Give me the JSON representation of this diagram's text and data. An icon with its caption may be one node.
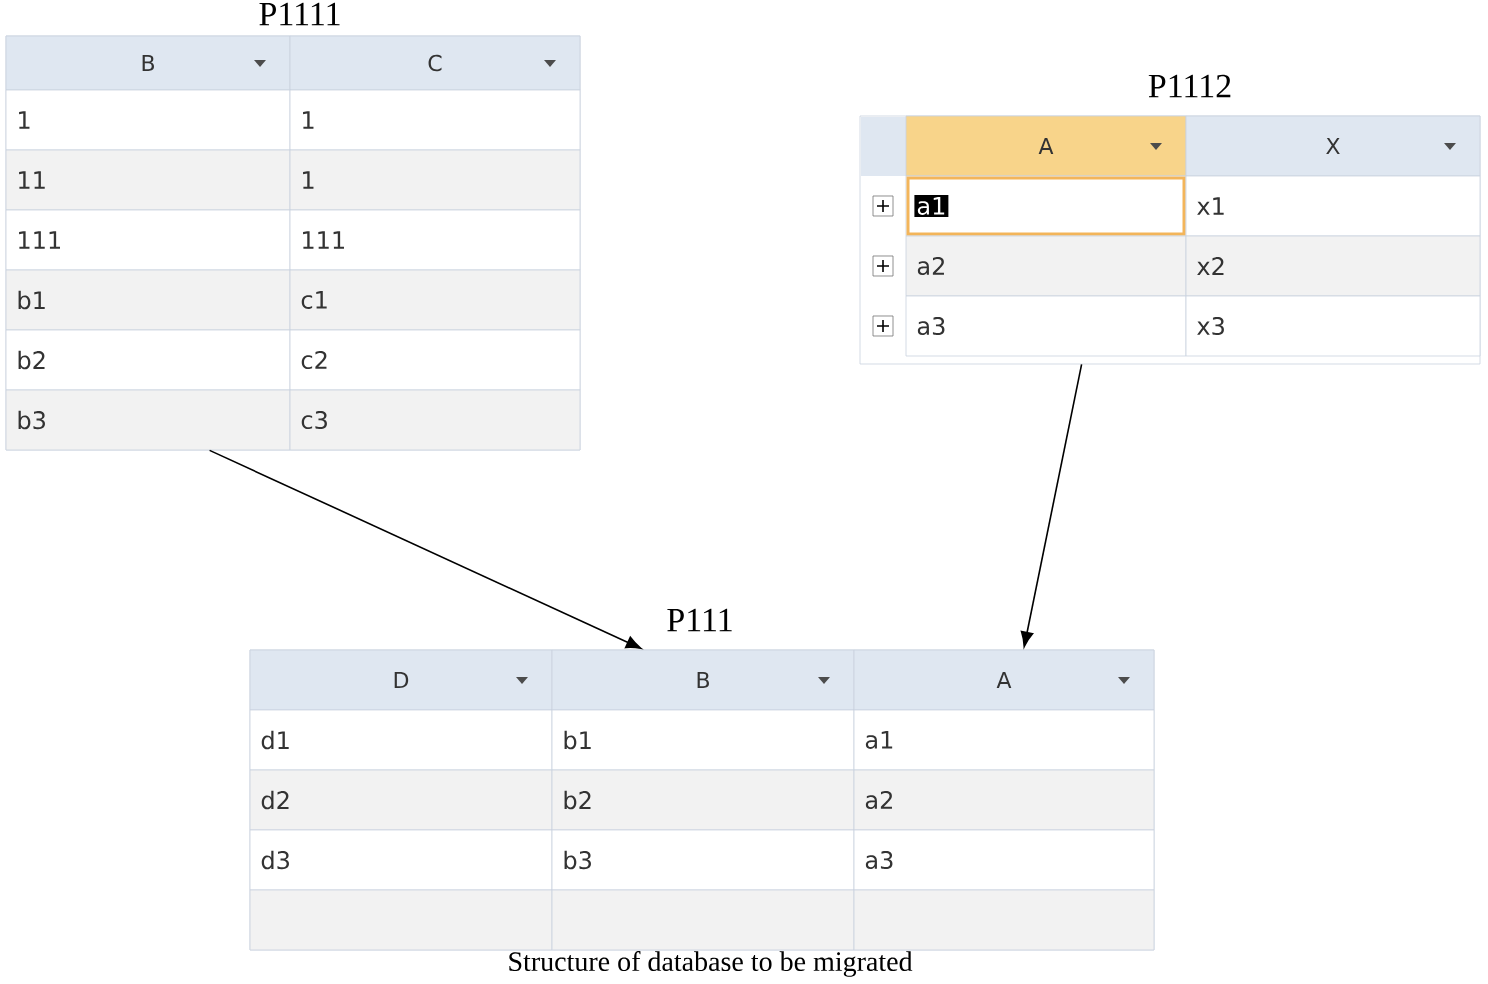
{
  "diagram": {
    "caption": "Structure of database to be migrated",
    "nodes": [
      {
        "text": [
          "P1111"
        ]
      },
      {
        "text": [
          "B"
        ],
        "in": 0
      },
      {
        "text": [
          "C"
        ],
        "in": 0
      },
      {
        "text": [
          "P1112"
        ]
      },
      {
        "text": [
          "A"
        ],
        "in": 3
      },
      {
        "text": [
          "X"
        ],
        "in": 3
      },
      {
        "text": [
          "P111"
        ]
      },
      {
        "text": [
          "D"
        ],
        "in": 6
      },
      {
        "text": [
          "B"
        ],
        "in": 6
      },
      {
        "text": [
          "A"
        ],
        "in": 6
      }
    ],
    "edges": [
      {
        "from": 0,
        "to": 8,
        "arrow": "to"
      },
      {
        "from": 3,
        "to": 9,
        "arrow": "to"
      }
    ],
    "labels": [
      "1",
      "1",
      "11",
      "1",
      "111",
      "111",
      "b1",
      "c1",
      "b2",
      "c2",
      "b3",
      "c3",
      "a1",
      "x1",
      "a2",
      "x2",
      "a3",
      "x3",
      "d1",
      "b1",
      "a1",
      "d2",
      "b2",
      "a2",
      "d3",
      "b3",
      "a3"
    ]
  }
}
